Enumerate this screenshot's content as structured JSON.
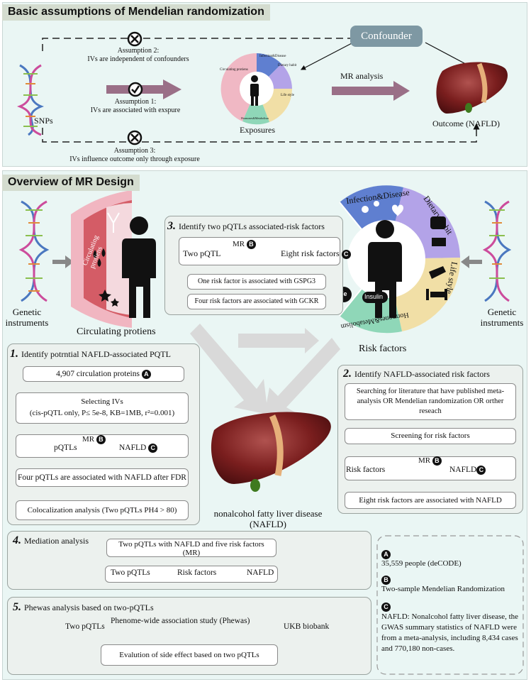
{
  "top_section": {
    "title": "Basic assumptions of Mendelian randomization",
    "confounder": "Confounder",
    "snps": "SNPs",
    "assumption2_title": "Assumption 2:",
    "assumption2_text": "IVs are independent of confounders",
    "assumption1_title": "Assumption 1:",
    "assumption1_text": "IVs are associated with exspure",
    "assumption3_title": "Assumption 3:",
    "assumption3_text": "IVs influence outcome only through exposure",
    "exposures": "Exposures",
    "mr_analysis": "MR analysis",
    "outcome": "Outcome (NAFLD)",
    "mini_wheel": [
      "Infection&Disease",
      "Dietary habit",
      "Life style",
      "Hormones&Metabolism",
      "Circulating protiens"
    ]
  },
  "overview": {
    "title": "Overview of MR Design",
    "genetic_instruments_left": [
      "Genetic",
      "instruments"
    ],
    "genetic_instruments_right": [
      "Genetic",
      "instruments"
    ],
    "circulating_proteins_arc": "Circulating protiens",
    "circulating_proteins_label": "Circulating protiens",
    "risk_wheel": {
      "infection": "Infection&Disease",
      "dietary": "Dietary habit",
      "lifestyle": "Life style",
      "hormones": "Hormones&Metabolism",
      "fe": "Fe",
      "insulin": "Insulin"
    },
    "risk_factors_label": "Risk factors",
    "liver_label": [
      "nonalcohol fatty liver disease",
      "(NAFLD)"
    ]
  },
  "section1": {
    "num": "1.",
    "title": "Identify potrntial NAFLD-associated PQTL",
    "step1": "4,907 circulation proteins",
    "step2_line1": "Selecting IVs",
    "step2_line2": "(cis-pQTL only, P≤ 5e-8, KB=1MB, r²=0.001)",
    "mr": "MR",
    "pqtls": "pQTLs",
    "nafld": "NAFLD",
    "step4": "Four pQTLs  are associated with NAFLD after FDR",
    "step5": "Colocalization analysis (Two pQTLs PH4 > 80)"
  },
  "section2": {
    "num": "2.",
    "title": "Identify NAFLD-associated risk factors",
    "step1": "Searching for literature that have published meta-analysis OR Mendelian randomization OR orther reseach",
    "step2": "Screening for risk factors",
    "mr": "MR",
    "risk": "Risk factors",
    "nafld": "NAFLD",
    "step4": "Eight risk factors are associated with NAFLD"
  },
  "section3": {
    "num": "3.",
    "title": "Identify two pQTLs associated-risk factors",
    "mr": "MR",
    "two_pqtl": "Two pQTL",
    "eight": "Eight risk factors",
    "step2": "One risk factor is associated with GSPG3",
    "step3": "Four risk factors are associated with GCKR"
  },
  "section4": {
    "num": "4.",
    "title": "Mediation analysis",
    "box1": "Two pQTLs with NAFLD and five risk factors",
    "box1_sub": "(MR)",
    "two_pqtls": "Two pQTLs",
    "risk": "Risk factors",
    "nafld": "NAFLD"
  },
  "section5": {
    "num": "5.",
    "title": "Phewas analysis based on two-pQTLs",
    "two_pqtls": "Two pQTLs",
    "phewas": "Phenome-wide association study (Phewas)",
    "ukb": "UKB biobank",
    "box2": "Evalution of side effect based on two pQTLs"
  },
  "notes": {
    "a_badge": "A",
    "a_text": "35,559 people (deCODE)",
    "b_badge": "B",
    "b_text": "Two-sample Mendelian Randomization",
    "c_badge": "C",
    "c_text": "NAFLD: Nonalcohol fatty liver disease, the GWAS summary statistics of NAFLD were from a meta-analysis, including 8,434 cases and 770,180 non-cases."
  },
  "colors": {
    "panel_bg": "#eaf6f4",
    "confounder": "#7e98a3",
    "arrow_purple": "#9a6f87",
    "protein_red": "#d45c66",
    "infection_blue": "#5f7fd0",
    "dietary_purple": "#b3a3e8",
    "lifestyle_yellow": "#f1dfa6",
    "hormones_green": "#8fd7b8",
    "liver": "#7a1e1e"
  }
}
